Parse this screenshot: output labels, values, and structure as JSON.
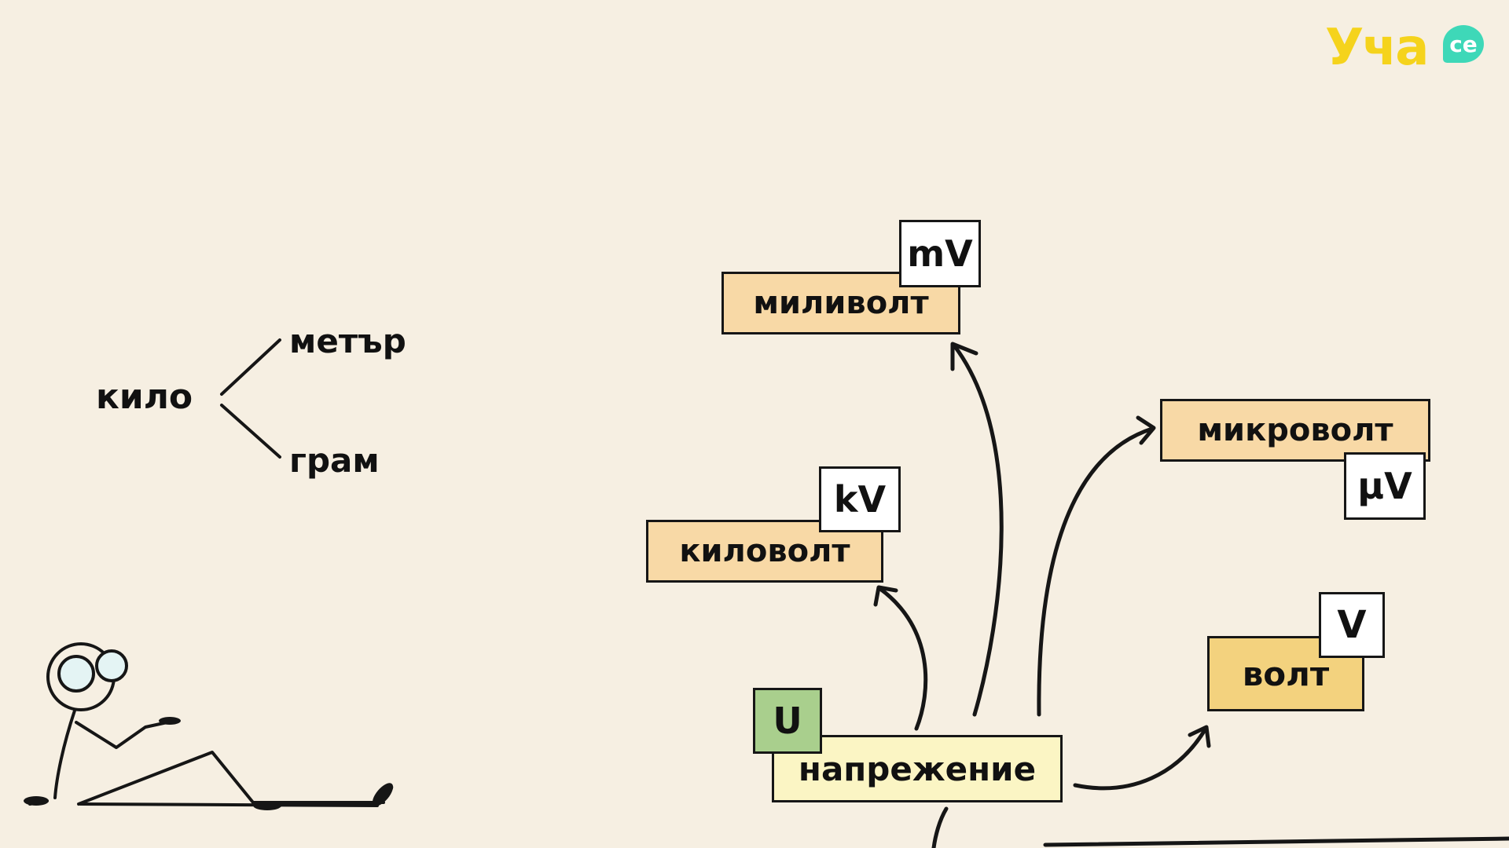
{
  "logo": {
    "text": "Уча",
    "badge": "се",
    "colors": {
      "text": "#f5d31c",
      "badge": "#3ed8b8"
    }
  },
  "prefix_example": {
    "prefix": "кило",
    "branches": [
      "метър",
      "грам"
    ]
  },
  "diagram": {
    "root": {
      "label": "напрежение",
      "symbol": "U"
    },
    "units": [
      {
        "label": "миливолт",
        "symbol": "mV"
      },
      {
        "label": "киловолт",
        "symbol": "kV"
      },
      {
        "label": "микроволт",
        "symbol": "µV"
      },
      {
        "label": "волт",
        "symbol": "V"
      }
    ]
  },
  "colors": {
    "background": "#f6efe2",
    "unit_label_fill": "#f8d9a6",
    "root_label_fill": "#fbf5c4",
    "root_symbol_fill": "#a9cf8d",
    "volt_label_fill": "#f3d27e",
    "tag_fill": "#ffffff",
    "ink": "#161616"
  },
  "icons": [
    "stick-figure-character",
    "arrow-icon"
  ]
}
